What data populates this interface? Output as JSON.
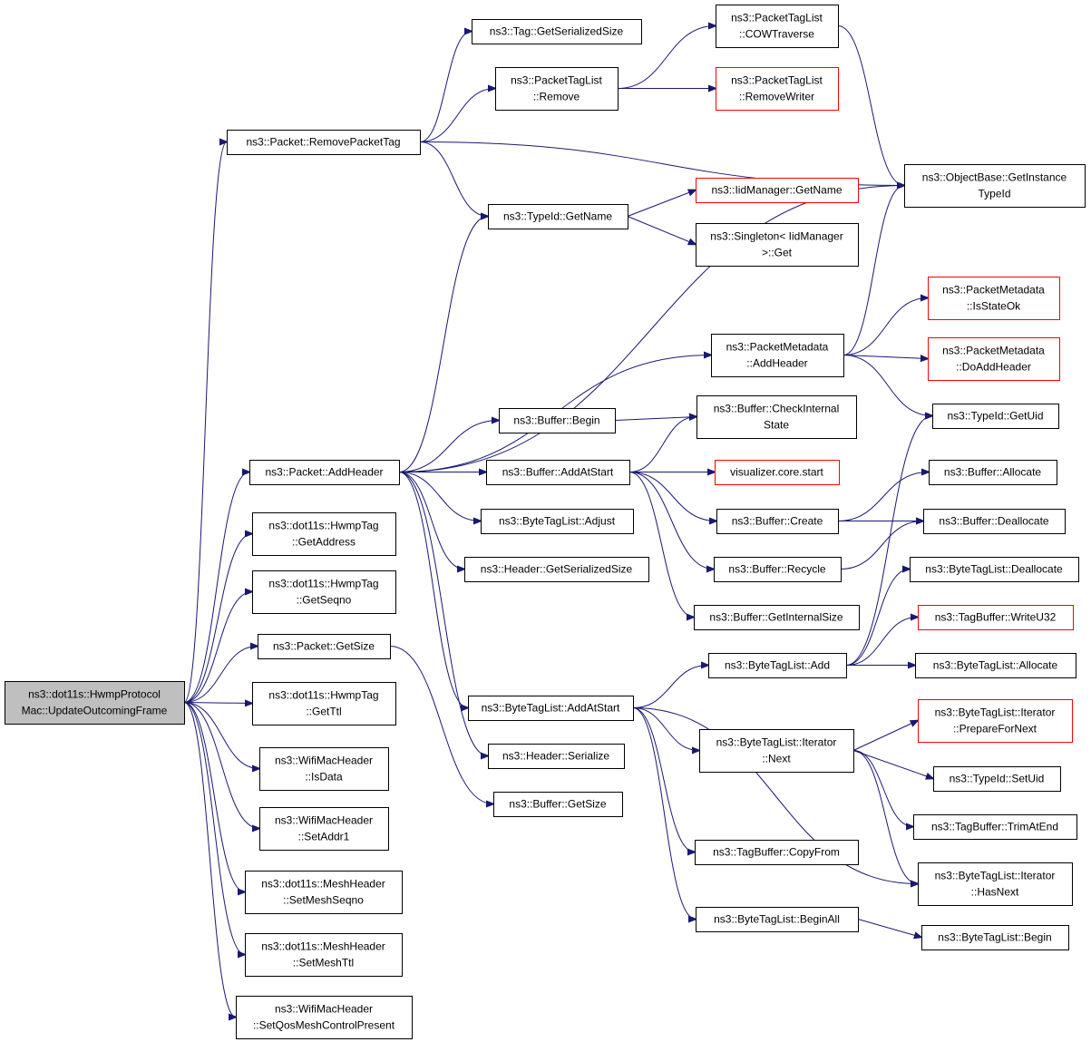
{
  "nodes": [
    {
      "id": "root",
      "lines": [
        "ns3::dot11s::HwmpProtocol",
        "Mac::UpdateOutcomingFrame"
      ],
      "style": "root"
    },
    {
      "id": "removePacketTag",
      "lines": [
        "ns3::Packet::RemovePacketTag"
      ]
    },
    {
      "id": "tagGetSerializedSize",
      "lines": [
        "ns3::Tag::GetSerializedSize"
      ]
    },
    {
      "id": "ptlRemove",
      "lines": [
        "ns3::PacketTagList",
        "::Remove"
      ]
    },
    {
      "id": "ptlCOWTraverse",
      "lines": [
        "ns3::PacketTagList",
        "::COWTraverse"
      ]
    },
    {
      "id": "ptlRemoveWriter",
      "lines": [
        "ns3::PacketTagList",
        "::RemoveWriter"
      ],
      "style": "red"
    },
    {
      "id": "objGetInstanceTypeId",
      "lines": [
        "ns3::ObjectBase::GetInstance",
        "TypeId"
      ]
    },
    {
      "id": "typeIdGetName",
      "lines": [
        "ns3::TypeId::GetName"
      ]
    },
    {
      "id": "iidGetName",
      "lines": [
        "ns3::IidManager::GetName"
      ],
      "style": "red"
    },
    {
      "id": "singletonGet",
      "lines": [
        "ns3::Singleton< IidManager",
        ">::Get"
      ]
    },
    {
      "id": "pmIsStateOk",
      "lines": [
        "ns3::PacketMetadata",
        "::IsStateOk"
      ],
      "style": "red"
    },
    {
      "id": "pmAddHeader",
      "lines": [
        "ns3::PacketMetadata",
        "::AddHeader"
      ]
    },
    {
      "id": "pmDoAddHeader",
      "lines": [
        "ns3::PacketMetadata",
        "::DoAddHeader"
      ],
      "style": "red"
    },
    {
      "id": "typeIdGetUid",
      "lines": [
        "ns3::TypeId::GetUid"
      ]
    },
    {
      "id": "bufBegin",
      "lines": [
        "ns3::Buffer::Begin"
      ]
    },
    {
      "id": "bufCheckInternalState",
      "lines": [
        "ns3::Buffer::CheckInternal",
        "State"
      ]
    },
    {
      "id": "packetAddHeader",
      "lines": [
        "ns3::Packet::AddHeader"
      ]
    },
    {
      "id": "bufAddAtStart",
      "lines": [
        "ns3::Buffer::AddAtStart"
      ]
    },
    {
      "id": "vizStart",
      "lines": [
        "visualizer.core.start"
      ],
      "style": "red"
    },
    {
      "id": "bufAllocate",
      "lines": [
        "ns3::Buffer::Allocate"
      ]
    },
    {
      "id": "btlAdjust",
      "lines": [
        "ns3::ByteTagList::Adjust"
      ]
    },
    {
      "id": "bufCreate",
      "lines": [
        "ns3::Buffer::Create"
      ]
    },
    {
      "id": "bufDeallocate",
      "lines": [
        "ns3::Buffer::Deallocate"
      ]
    },
    {
      "id": "hwmpGetAddress",
      "lines": [
        "ns3::dot11s::HwmpTag",
        "::GetAddress"
      ]
    },
    {
      "id": "headerGetSerializedSize",
      "lines": [
        "ns3::Header::GetSerializedSize"
      ]
    },
    {
      "id": "bufRecycle",
      "lines": [
        "ns3::Buffer::Recycle"
      ]
    },
    {
      "id": "btlDeallocate",
      "lines": [
        "ns3::ByteTagList::Deallocate"
      ]
    },
    {
      "id": "hwmpGetSeqno",
      "lines": [
        "ns3::dot11s::HwmpTag",
        "::GetSeqno"
      ]
    },
    {
      "id": "bufGetInternalSize",
      "lines": [
        "ns3::Buffer::GetInternalSize"
      ]
    },
    {
      "id": "tbWriteU32",
      "lines": [
        "ns3::TagBuffer::WriteU32"
      ],
      "style": "red"
    },
    {
      "id": "packetGetSize",
      "lines": [
        "ns3::Packet::GetSize"
      ]
    },
    {
      "id": "btlAdd",
      "lines": [
        "ns3::ByteTagList::Add"
      ]
    },
    {
      "id": "btlAllocate",
      "lines": [
        "ns3::ByteTagList::Allocate"
      ]
    },
    {
      "id": "hwmpGetTtl",
      "lines": [
        "ns3::dot11s::HwmpTag",
        "::GetTtl"
      ]
    },
    {
      "id": "btlAddAtStart",
      "lines": [
        "ns3::ByteTagList::AddAtStart"
      ]
    },
    {
      "id": "btliPrepareForNext",
      "lines": [
        "ns3::ByteTagList::Iterator",
        "::PrepareForNext"
      ],
      "style": "red"
    },
    {
      "id": "btliNext",
      "lines": [
        "ns3::ByteTagList::Iterator",
        "::Next"
      ]
    },
    {
      "id": "wmhIsData",
      "lines": [
        "ns3::WifiMacHeader",
        "::IsData"
      ]
    },
    {
      "id": "headerSerialize",
      "lines": [
        "ns3::Header::Serialize"
      ]
    },
    {
      "id": "typeIdSetUid",
      "lines": [
        "ns3::TypeId::SetUid"
      ]
    },
    {
      "id": "bufGetSize",
      "lines": [
        "ns3::Buffer::GetSize"
      ]
    },
    {
      "id": "tbTrimAtEnd",
      "lines": [
        "ns3::TagBuffer::TrimAtEnd"
      ]
    },
    {
      "id": "wmhSetAddr1",
      "lines": [
        "ns3::WifiMacHeader",
        "::SetAddr1"
      ]
    },
    {
      "id": "tbCopyFrom",
      "lines": [
        "ns3::TagBuffer::CopyFrom"
      ]
    },
    {
      "id": "btliHasNext",
      "lines": [
        "ns3::ByteTagList::Iterator",
        "::HasNext"
      ]
    },
    {
      "id": "mhSetMeshSeqno",
      "lines": [
        "ns3::dot11s::MeshHeader",
        "::SetMeshSeqno"
      ]
    },
    {
      "id": "btlBeginAll",
      "lines": [
        "ns3::ByteTagList::BeginAll"
      ]
    },
    {
      "id": "btlBegin",
      "lines": [
        "ns3::ByteTagList::Begin"
      ]
    },
    {
      "id": "mhSetMeshTtl",
      "lines": [
        "ns3::dot11s::MeshHeader",
        "::SetMeshTtl"
      ]
    },
    {
      "id": "wmhSetQosMeshControlPresent",
      "lines": [
        "ns3::WifiMacHeader",
        "::SetQosMeshControlPresent"
      ]
    }
  ],
  "edges": [
    [
      "root",
      "removePacketTag"
    ],
    [
      "root",
      "packetAddHeader"
    ],
    [
      "root",
      "hwmpGetAddress"
    ],
    [
      "root",
      "hwmpGetSeqno"
    ],
    [
      "root",
      "packetGetSize"
    ],
    [
      "root",
      "hwmpGetTtl"
    ],
    [
      "root",
      "wmhIsData"
    ],
    [
      "root",
      "wmhSetAddr1"
    ],
    [
      "root",
      "mhSetMeshSeqno"
    ],
    [
      "root",
      "mhSetMeshTtl"
    ],
    [
      "root",
      "wmhSetQosMeshControlPresent"
    ],
    [
      "removePacketTag",
      "tagGetSerializedSize"
    ],
    [
      "removePacketTag",
      "ptlRemove"
    ],
    [
      "removePacketTag",
      "objGetInstanceTypeId"
    ],
    [
      "removePacketTag",
      "typeIdGetName"
    ],
    [
      "ptlRemove",
      "ptlCOWTraverse"
    ],
    [
      "ptlRemove",
      "ptlRemoveWriter"
    ],
    [
      "ptlCOWTraverse",
      "objGetInstanceTypeId"
    ],
    [
      "typeIdGetName",
      "iidGetName"
    ],
    [
      "typeIdGetName",
      "singletonGet"
    ],
    [
      "packetAddHeader",
      "typeIdGetName"
    ],
    [
      "packetAddHeader",
      "objGetInstanceTypeId"
    ],
    [
      "packetAddHeader",
      "pmAddHeader"
    ],
    [
      "packetAddHeader",
      "bufBegin"
    ],
    [
      "packetAddHeader",
      "bufAddAtStart"
    ],
    [
      "packetAddHeader",
      "btlAdjust"
    ],
    [
      "packetAddHeader",
      "headerGetSerializedSize"
    ],
    [
      "packetAddHeader",
      "btlAddAtStart"
    ],
    [
      "packetAddHeader",
      "headerSerialize"
    ],
    [
      "pmAddHeader",
      "objGetInstanceTypeId"
    ],
    [
      "pmAddHeader",
      "pmIsStateOk"
    ],
    [
      "pmAddHeader",
      "pmDoAddHeader"
    ],
    [
      "pmAddHeader",
      "typeIdGetUid"
    ],
    [
      "bufBegin",
      "bufCheckInternalState"
    ],
    [
      "bufAddAtStart",
      "bufCheckInternalState"
    ],
    [
      "bufAddAtStart",
      "vizStart"
    ],
    [
      "bufAddAtStart",
      "bufCreate"
    ],
    [
      "bufAddAtStart",
      "bufRecycle"
    ],
    [
      "bufAddAtStart",
      "bufGetInternalSize"
    ],
    [
      "bufCreate",
      "bufAllocate"
    ],
    [
      "bufCreate",
      "bufDeallocate"
    ],
    [
      "bufRecycle",
      "bufDeallocate"
    ],
    [
      "packetGetSize",
      "bufGetSize"
    ],
    [
      "btlAddAtStart",
      "btlAdd"
    ],
    [
      "btlAddAtStart",
      "btliNext"
    ],
    [
      "btlAddAtStart",
      "tbCopyFrom"
    ],
    [
      "btlAddAtStart",
      "btliHasNext"
    ],
    [
      "btlAddAtStart",
      "btlBeginAll"
    ],
    [
      "btlAdd",
      "typeIdGetUid"
    ],
    [
      "btlAdd",
      "btlDeallocate"
    ],
    [
      "btlAdd",
      "tbWriteU32"
    ],
    [
      "btlAdd",
      "btlAllocate"
    ],
    [
      "btliNext",
      "btliPrepareForNext"
    ],
    [
      "btliNext",
      "typeIdSetUid"
    ],
    [
      "btliNext",
      "tbTrimAtEnd"
    ],
    [
      "btliNext",
      "btliHasNext"
    ],
    [
      "btlBeginAll",
      "btlBegin"
    ]
  ]
}
